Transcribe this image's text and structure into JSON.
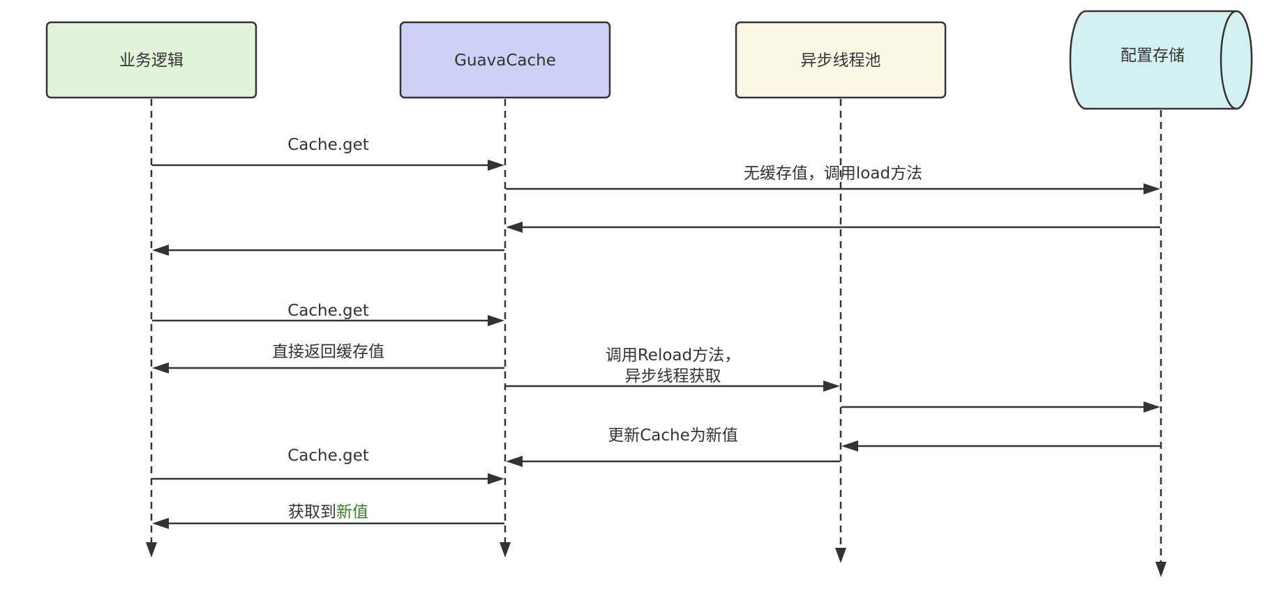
{
  "colors": {
    "line": "#333333",
    "text": "#333333",
    "highlight_text": "#3a7f2a",
    "participant_fills": [
      "#e1f3d9",
      "#cbd2f5",
      "#fbf7e6",
      "#d3f1f1"
    ]
  },
  "participants": [
    {
      "id": "biz",
      "label": "业务逻辑",
      "shape": "rect"
    },
    {
      "id": "cache",
      "label": "GuavaCache",
      "shape": "rect"
    },
    {
      "id": "pool",
      "label": "异步线程池",
      "shape": "rect"
    },
    {
      "id": "store",
      "label": "配置存储",
      "shape": "database"
    }
  ],
  "messages": [
    {
      "from": "biz",
      "to": "cache",
      "lines": [
        "Cache.get"
      ]
    },
    {
      "from": "cache",
      "to": "store",
      "lines": [
        "无缓存值，调用load方法"
      ]
    },
    {
      "from": "store",
      "to": "cache",
      "lines": []
    },
    {
      "from": "cache",
      "to": "biz",
      "lines": []
    },
    {
      "from": "biz",
      "to": "cache",
      "lines": [
        "Cache.get"
      ]
    },
    {
      "from": "cache",
      "to": "biz",
      "lines": [
        "直接返回缓存值"
      ]
    },
    {
      "from": "cache",
      "to": "pool",
      "lines": [
        "调用Reload方法，",
        "异步线程获取"
      ]
    },
    {
      "from": "pool",
      "to": "store",
      "lines": []
    },
    {
      "from": "store",
      "to": "pool",
      "lines": []
    },
    {
      "from": "pool",
      "to": "cache",
      "lines": [
        "更新Cache为新值"
      ]
    },
    {
      "from": "biz",
      "to": "cache",
      "lines": [
        "Cache.get"
      ]
    },
    {
      "from": "cache",
      "to": "biz",
      "segments": [
        {
          "text": "获取到",
          "highlight": false
        },
        {
          "text": "新值",
          "highlight": true
        }
      ]
    }
  ]
}
